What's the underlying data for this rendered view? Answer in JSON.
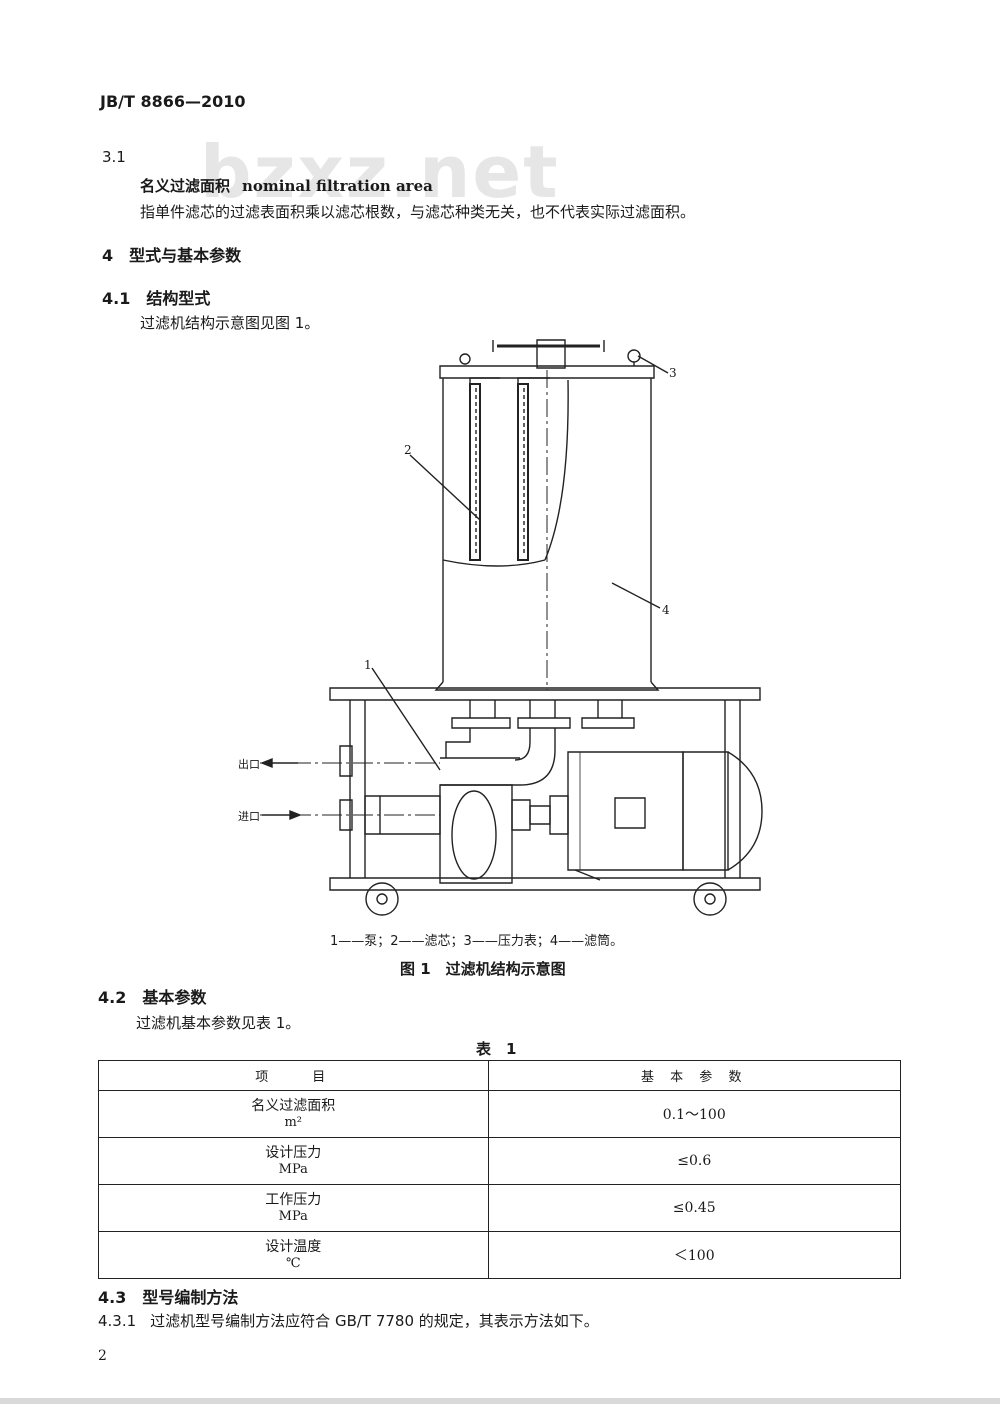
{
  "header": {
    "standard_code": "JB/T 8866—2010"
  },
  "watermark": "bzxz.net",
  "sec_3_1": {
    "number": "3.1",
    "term_cn": "名义过滤面积",
    "term_en": "nominal filtration area",
    "definition": "指单件滤芯的过滤表面积乘以滤芯根数，与滤芯种类无关，也不代表实际过滤面积。"
  },
  "sec_4": {
    "heading": "4　型式与基本参数"
  },
  "sec_4_1": {
    "heading": "4.1　结构型式",
    "body": "过滤机结构示意图见图 1。"
  },
  "figure1": {
    "labels": {
      "l1": "1",
      "l2": "2",
      "l3": "3",
      "l4": "4"
    },
    "outlet": "出口",
    "inlet": "进口",
    "legend": "1——泵；2——滤芯；3——压力表；4——滤筒。",
    "caption": "图 1　过滤机结构示意图"
  },
  "sec_4_2": {
    "heading": "4.2　基本参数",
    "body": "过滤机基本参数见表 1。"
  },
  "table1": {
    "caption": "表　1",
    "col_item": "项　　目",
    "col_value": "基 本 参 数",
    "rows": [
      {
        "name": "名义过滤面积",
        "unit": "m²",
        "value": "0.1～100"
      },
      {
        "name": "设计压力",
        "unit": "MPa",
        "value": "≤0.6"
      },
      {
        "name": "工作压力",
        "unit": "MPa",
        "value": "≤0.45"
      },
      {
        "name": "设计温度",
        "unit": "℃",
        "value": "＜100"
      }
    ]
  },
  "sec_4_3": {
    "heading": "4.3　型号编制方法",
    "sub_number": "4.3.1",
    "sub_body": "过滤机型号编制方法应符合 GB/T 7780 的规定，其表示方法如下。"
  },
  "page_number": "2"
}
